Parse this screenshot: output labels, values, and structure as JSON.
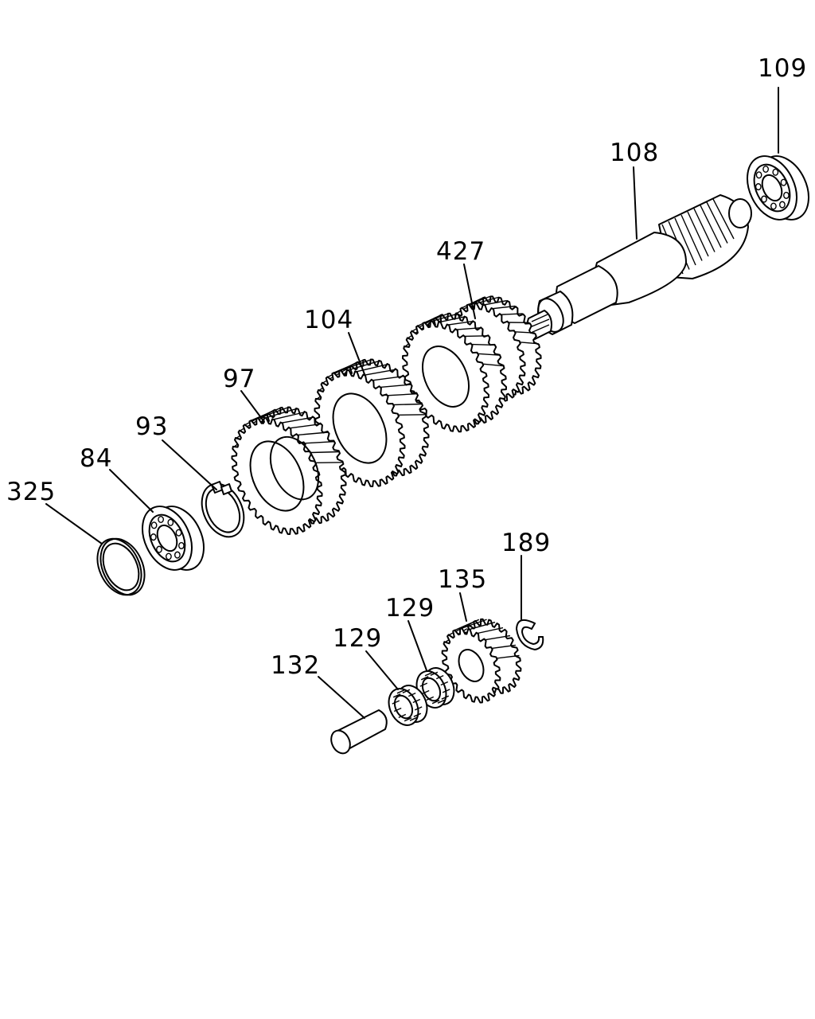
{
  "diagram": {
    "background": "#ffffff",
    "line_color": "#000000",
    "callouts": [
      {
        "id": "p109",
        "label": "109"
      },
      {
        "id": "p108",
        "label": "108"
      },
      {
        "id": "p427",
        "label": "427"
      },
      {
        "id": "p104",
        "label": "104"
      },
      {
        "id": "p97",
        "label": "97"
      },
      {
        "id": "p93",
        "label": "93"
      },
      {
        "id": "p84",
        "label": "84"
      },
      {
        "id": "p325",
        "label": "325"
      },
      {
        "id": "p189",
        "label": "189"
      },
      {
        "id": "p135",
        "label": "135"
      },
      {
        "id": "p129a",
        "label": "129"
      },
      {
        "id": "p129b",
        "label": "129"
      },
      {
        "id": "p132",
        "label": "132"
      }
    ]
  }
}
